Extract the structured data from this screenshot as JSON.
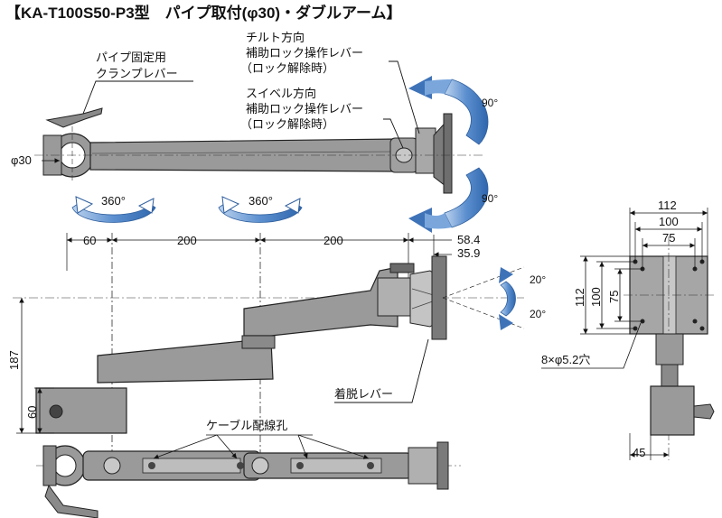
{
  "title": "【KA-T100S50-P3型　パイプ取付(φ30)・ダブルアーム】",
  "labels": {
    "clamp_lever_1": "パイプ固定用",
    "clamp_lever_2": "クランプレバー",
    "tilt_lever_1": "チルト方向",
    "tilt_lever_2": "補助ロック操作レバー",
    "tilt_lever_3": "（ロック解除時）",
    "swivel_lever_1": "スイベル方向",
    "swivel_lever_2": "補助ロック操作レバー",
    "swivel_lever_3": "（ロック解除時）",
    "detach_lever": "着脱レバー",
    "cable_holes": "ケーブル配線孔",
    "holes": "8×φ5.2穴",
    "pipe_dia": "φ30"
  },
  "angles": {
    "rot1": "360°",
    "rot2": "360°",
    "tilt_up": "90°",
    "tilt_down": "90°",
    "swing_up": "20°",
    "swing_down": "20°"
  },
  "dimensions": {
    "d60": "60",
    "d200a": "200",
    "d200b": "200",
    "d58": "58.4",
    "d35": "35.9",
    "d187": "187",
    "d60v": "60",
    "w112": "112",
    "w100": "100",
    "w75": "75",
    "h112": "112",
    "h100": "100",
    "h75": "75",
    "d45": "45"
  }
}
